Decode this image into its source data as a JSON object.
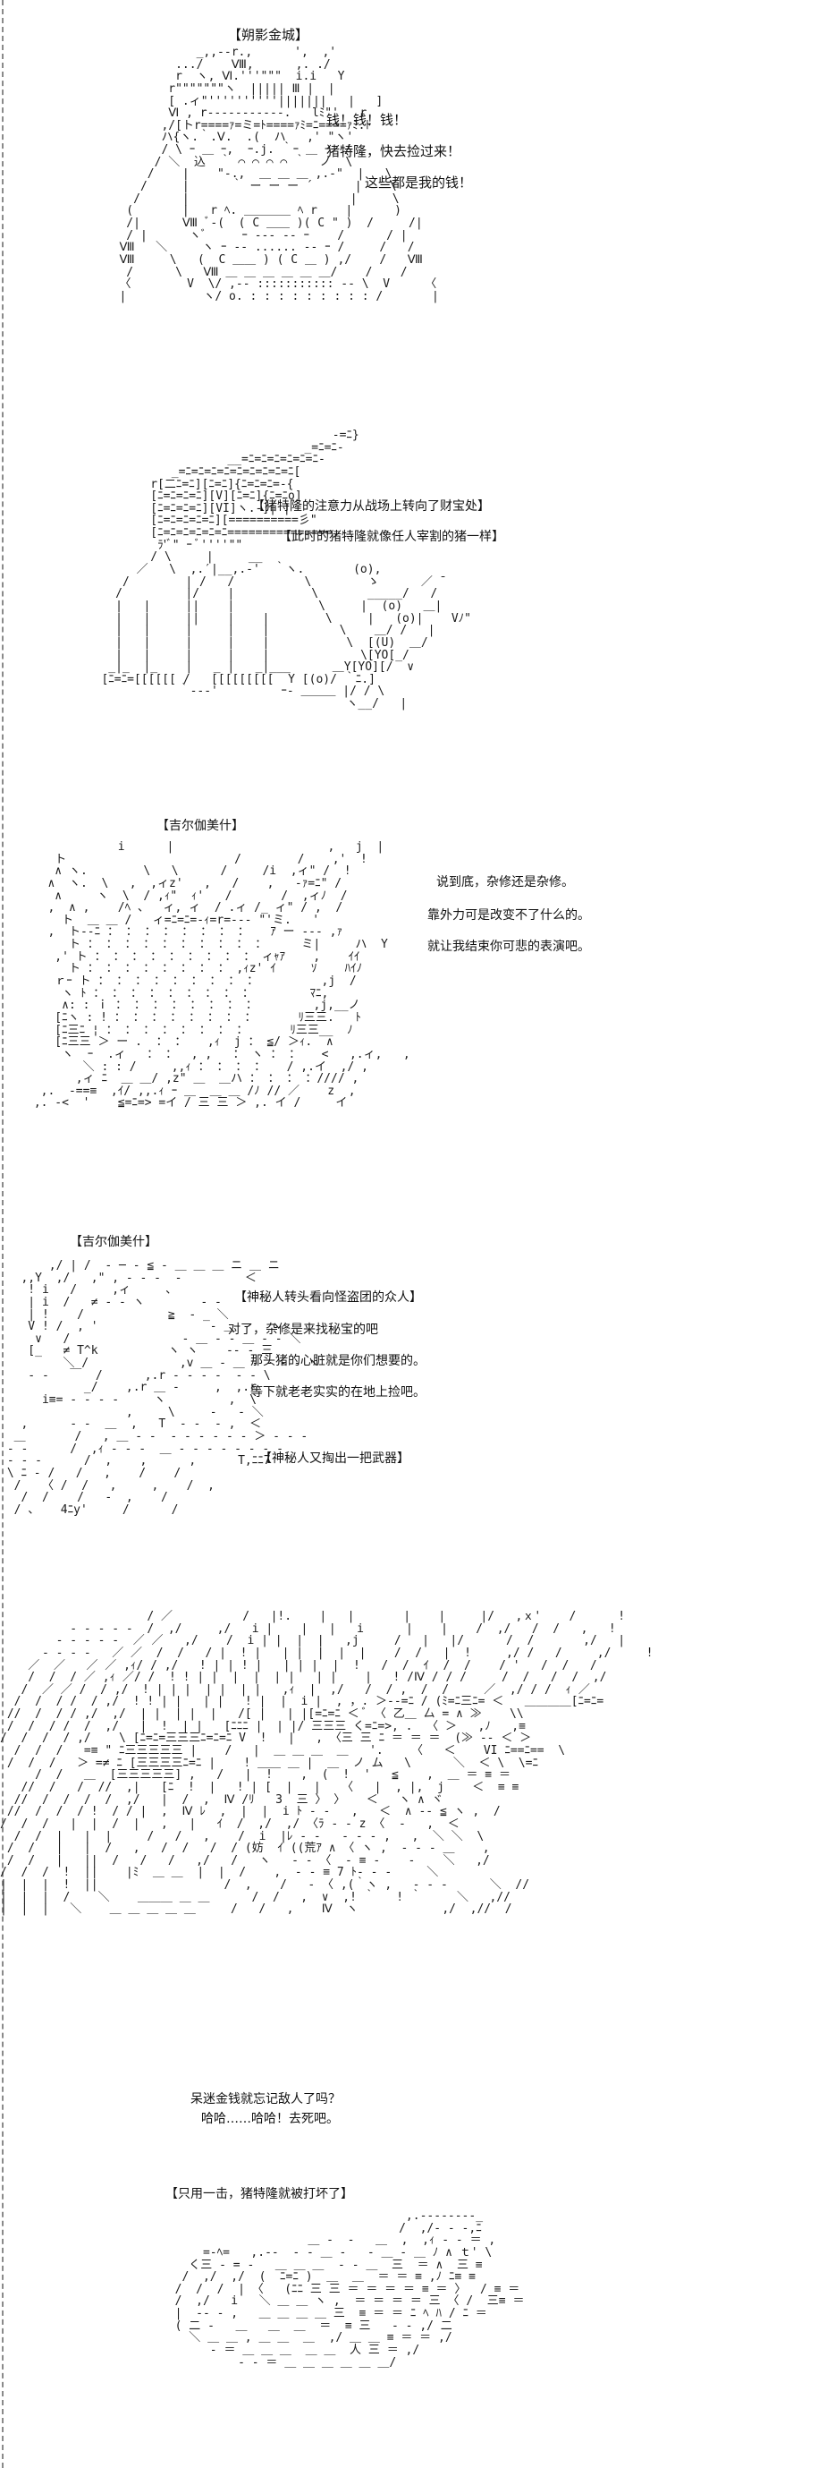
{
  "panels": [
    {
      "captions": [
        "【朔影金城】",
        "钱！钱！钱！",
        "猪特隆，快去捡过来！",
        "这些都是我的钱！"
      ],
      "art": "              _,,--r.,      ',  ,'\n           .../    Ⅷ,      ,. ./\n           r  ヽ, Ⅵ.'''\"\"\"  i.i   Y\n          r\"\"\"\"\"\"\"ヽ  ||||| Ⅲ |  |\n          [ .ィ\"''''''''''|||||||   |   ]\n          Ⅵ , r-----------.   lﾐ\"'   r\n         ,/[トr====ｧ=ミ=ﾄ====ｧﾐ=ﾆ====ｧﾐ.ﾄ\n         ハ{ヽ.｀.Ⅴ.  .(  ハ   ,' \"ヽ'\n         / \\ ｰ ＿ ｰ,  ｰ.j. ｀ｰ ＿ ｰ  /\n        / ＼  込  ｀ ⌒ ⌒ ⌒ ⌒ ｀  ノ  \\\n       /    |    \"-.,  ＿ ＿ ＿ ,.-\"  |   \\\n      /     |      ｀ ー ー ー ´      |    \\\n     /      |                       |     \\\n    (       |   r ﾍ. ＿＿＿＿ ﾍ r    |      )\n    /|      Ⅷ ﾞ-(  ( C ＿＿ )( C \" )  /     /|\n    / |      ヽﾞ     ｰ -‐- ‐‐ ｰ    /      / |\n   Ⅷ   ＼     ヽ ｰ -- ...... -- ｰ /     /   /\n   Ⅷ     \\   (  C ＿＿ ) ( C ＿ ) ,/    /   Ⅷ\n    /      \\   Ⅷ ＿ ＿ ＿ ＿ ＿ ＿/    /    /\n   〈        V  \\/ ,-- ::::::::::: -- \\  V     〈\n   |           ヽ/ o. : : : : : : : : : /       |"
    },
    {
      "captions": [
        "【猪特隆的注意力从战场上转向了财宝处】",
        "【此时的猪特隆就像任人宰割的猪一样】"
      ],
      "art": "                                    -=ﾆ}\n                                _=ﾆ=ﾆ-\n                     __=ﾆ=ﾆ=ﾆ=ﾆ=ﾆ=ﾆ-\n             _=ﾆ=ﾆ=ﾆ=ﾆ=ﾆ=ﾆ=ﾆ=ﾆ=ﾆ[\n          r[二ﾆ=ﾆ][ﾆ=ﾆ]{ﾆ=ﾆ=ﾆ=-{\n          [ﾆ=ﾆ=ﾆ=ﾆ][V][ﾆ=ﾆ]{ﾆ=ﾆo]\n          [ﾆ=ﾆ=ﾆ=ﾆ][VI]ヽ.-]| |\n          [ﾆ=ﾆ=ﾆ=ﾆ=ﾆ][==========彡\"\n          [ﾆ=ﾆ=ﾆ=ﾆ=ﾆ=ﾆ===============.\n           ﾗ'ﾞ\" ｰ ﾞ''''\"\"\n          / \\     |     __\n        ／   \\  ,.′|__,.-'  ｀ヽ.       (o),\n      /        | /   /          \\        ゝ      ／ ̄\n     /         |/    |           \\       _____/   /\n     |   |     ||    |            \\     |  (o)   ＿|\n     |   |     ||    |    |        \\     |   (o)|    Vﾉ\"\n     |   |     |     |    |          \\    ＿/ /   |\n     |   |     |     |    |           \\  [(U)  ＿/\n     |   |     |     |    |             \\[YO[_/\n    _|_  |_    |   _ |   _|___      ＿Y[YO][/  ∨\n   [ﾆ=ﾆ=[[[[[[ /   [[[[[[[[[  Y [(o)/ ｀ﾆ.]\n              ｀-‐‐'         ｰ- ＿＿＿ |/ / \\\n                                      ヽ__/   |"
    },
    {
      "captions": [
        "【吉尔伽美什】",
        "说到底，杂修还是杂修。",
        "靠外力可是改变不了什么的。",
        "就让我结束你可悲的表演吧。"
      ],
      "art": "             i      |                      ,   j  |\n    ト                        /        /    ,'  !\n    ∧ ヽ.        \\   \\      /     /i  ,ィ\" /  !\n   ∧  ヽ.  \\   ,  ,ィz'   ,   /    ,   -ｧ=ﾆ\" /\n    ∧     ヽ  \\  / ,ｨ\"  ｨ'   /       /  ,ィﾉ  /\n   ,  ∧ ,    /ﾍ 、  ィ, ィ  / .ィ /_ ィ\" / ,  /\n     ト  ＿ ＿ /   ィ=ﾆ=ﾆ=-ｨ=r=‐‐- \"'ミ.   '\n   ,  ト‐-ﾆ ： ： ： ： ： ： ： ：   ｱ ー --- ,ｧ\n      ト ： ： ： ： ： ： ： ： ： ：     ミ|     ハ  Y\n    ,' ト ： ： ： ： ： ： ： ： ： ィｬｱ    ,    ｲｲ\n      ト ： ： ： ： ： ： ： ： ,ｨz' ｲ     ｿ    ﾊｲﾉ\n    ｒｰ ト ： ： ： ： ： ： ： ： ：         ,j  /\n     ヽ ﾄ ： ： ： ： ： ： ： ： ：        ﾏﾆ,\n     ∧: : ｉ ： ： ： ： ： ： ： ：        ,j,__ノ\n    [ﾆヽ : ! ： ： ： ： ： ： ： ：      ﾘ三三.   ﾄ\n    [ﾆ三ﾆ ¦ ： ： ： ： ： ： ： ：      ﾘ三三__  ﾉ\n    [ﾆ三三 ＞ ー .  ： ：   ,ｨ  j ： ≦/ ＞ｨ.  ∧\n     ヽ  ｰ  .ィ   ： ：  , ,   ： ヽ ： ：   <   ,.ィ,   ,\n        ＼ : : /     ,,ｨ ： ： ： ：   / ,.イ  ,/ ,\n       ,ィ ﾆ  ＿ ＿/ ,z\" ＿  ＿ハ ： ： ： ：//// ,\n  ,.  -==≡  ,ｲ/ ,,.ｨ ｰ ＿  ＿ ＿ /ﾉ // ／    z  ,\n ,. -<  '    ≦=ﾆ=> =イ / 三 三 ＞ ,. イ /     イ"
    },
    {
      "captions": [
        "【吉尔伽美什】",
        "【神秘人转头看向怪盗团的众人】",
        "对了，杂修是来找秘宝的吧",
        "那头猪的心脏就是你们想要的。",
        "等下就老老实实的在地上捡吧。",
        "【神秘人又掏出一把武器】"
      ],
      "art": "       ,/ | /  ‐ ─ ‐ ≦ ‐ ＿ ＿ ＿ ニ ＿ ニ\n   ,,Y  ,/   ,\" , ‐ ‐ ‐  ‐         ＜\n    ! i   /     ,ィ     、\n    | i  /   ≠ ‐ ‐ ヽ        ‐ ‐\n    | !    /            ≧  ‐ _ ＼\n    V ! /  , '                ‐ ＿ -   ヽ\n     ∨   /                ‐ ＿ - ‐ ＿ ‐ ‐ ＼\n    [_   ≠ T^k          ヽ ヽ    ‐‐ ‐ 三\n         ＼ /             ,v ＿ ‐ ＿ ‐ ‐ ‐ ‐ ヽ\n    ‐ ‐   ￣  /      ,.r ‐ ‐ ‐ ‐  ‐ ‐ \\\n            _/    ,.r ＿ ‐     ,  ,.r\n      i≡= ‐ ‐ ‐ ‐     ヽ         ,  \\\n                  ,     \\     ‐   ‐ ＼\n   ,      ‐ ‐  ＿  ,   T  ‐ ‐  ‐ ,  ＜\n  ＿       /   , ＿ ‐ ‐  ‐ ‐ ‐ ‐ ‐ ‐ ＞ ‐ ‐ ‐\n ‐ ‐      /  ,ｨ ‐ ‐ ‐  ＿ ‐ ‐ ‐ ‐ ‐ ‐ ‐ ‐\n ‐ ‐ ‐      /  ,    ,      ,      T,ﾆﾆ7\n \\ ﾆ ‐ /   /   ,    /    /\n  /   〈 /  /   ,     ,    /  ,\n   /  /    /   ‐  ,    /\n  / 、   4ﾆy'     /      /"
    },
    {
      "captions": [
        "呆迷金钱就忘记敌人了吗？",
        "哈哈……哈哈！去死吧。"
      ],
      "art": "                     / ／          /   |!.    |   |       |    |     |/   ,ｘ'    /      !\n          ‐ ‐ ‐ ‐ ‐  /  ,/     ,/   i |    |   |   i      |    |    /  ,/   /  /   ,   !\n        ‐ ‐ ‐ ‐ ‐  ／ ／   ,/    /  i | |  |  |   ,j     /   |   |/      /  /       ,/   |\n      ‐ ‐ ‐ ‐   ／ ／  /  /   / |  ! |   | |  |  |  |    /  /   |  !     ,/ /   /     ,/     !\n    ／  ／   ／ ／ ,ｨ/ / ,/   ! | | ! |   | | |  |  !   /  /  ｲ  /  /    / '   /  /   / \n    /  /  / ／ ,ｨ ／/ /  ! ! | |  |  |  | |   | |    |   ! /Ⅳ / / /     /  /   /  /  ,/   \n   /  ／ ／ /  / ,/  ! | | |  | |  | |   ,ｨ  |  ,/   /  / ,  /  /     ／  ,/ / /  ｨ ／ \n  /  /  / /  / ,/  ! ! | |   | |   ! |  |  i |  , ，. ＞-‐=ﾆ / (ﾐ=ﾆ三ﾆ= ＜   ＿＿＿＿[ﾆ=ﾆ=\n //  /  / / ,/  ,/  | |  | |  |   /[ |   | |[=ﾆ=ﾆ ＜ ﾞ 〈 乙＿ 厶 = ∧ ≫    \\\\ \n /  /  / /  /  ,/   |  !  | |   [ﾆﾆﾆ |  | |/ 三三三 く=ﾆ=>, .  〈 ＞   ,ﾉ   ,≡ \n/  /  /  / ,/    \\ [ﾆ=ﾆ=三三三ﾆ=ﾆ=ﾆ V  !   |   , 〈三 三 ﾆ ＝ ＝ ＝  (≫ -- ＜ ＞\n  /  /  /   =≡ \" ﾆ三三三三三 |    /   |  ＿ ＿ ＿  ＿   '.    〈   ＜    VI ﾆ==ﾆ==  \\\n /  /  /   ＞ =≠ ﾆ [三三三三ﾆ=ﾆ |    ! ＿＿ ＿ |  ＿  ノ ム   \\      ＼  ＜ \\  \\=ﾆ\n     /  /   ＿  [三三三三三] ,   /   |  !    ,  (  !  '   ≦    ,  ＿ ＝ ≡ ＝\n   //  /   /  //  ,|   [ﾆ  !  |   ! | [  |   |   〈   |  , |,  j    ＜  ≡ ≡\n  //  /  /  /  /  ,/   |  /  ,  Ⅳ /ﾘ   3  三 〉 〉   ＜   ヽ ∧ ヾ\n //  /  /  / !  / / |  ,  Ⅳ ﾚ  ,  |  |  i ﾄ ‐ ‐   ,   ＜  ∧ ‐‐ ≦ ヽ ,  /\n/  /  /   |  |  /  |   ,   |   ｲ  /  ,/  ,/ 〈ﾗ ‐ ‐ z 〈  ‐   ,  ＜\n  /  /  |   |  |     /   /   ,    /  i  |ﾚ ‐ ‐   ‐ ‐ ‐ ,   ,  ＼ ＼  \\\n /  /   |   |  /   ,   /  /   /  / (妨  ｲ ((荒ｱ ∧ 〈 ヽ ,  ‐ ‐ ‐ ＿    ,\n /  /   |   ||  /   /   /   ,/   /   ヽ   ‐ ‐ 〈  ‐ ≡ ‐    ‐    ＼   ,/\n/  /  /  !  ||    |ﾐ  ＿ ＿  |  |  /    ,  ‐ ‐ ≡ 7 ﾄ‐ ‐ ‐     ＼\n|  |  |  !  ||                  /  ,    /   ‐ 〈 ,(｀ヽ ,   ‐ ‐ ‐      ＼  //\n|  |  |  /    ＼    ＿＿＿ ＿ ＿      /  /   ,  ∨  ,! ｀   ! ｀     ＼   ,//\n|  |  |   ＼    ＿ ＿ ＿ ＿ ＿     /   /   ,    Ⅳ  ヽ            ,/  ,//  /"
    },
    {
      "captions": [
        "【只用一击，猪特隆就被打坏了】"
      ],
      "art": "                                   ,.--------_\n                                  /  ,/‐ - -,ﾆ\n                     ＿ -  ‐   ＿  ,  ,ｨ ‐ ‐ ＝ ,\n      =-ﾍ=   ,.-‐  - ‐ ＿ ‐   ‐ ＿ ‐ ＿ ﾉ ∧ ｔ' \\\n    く三 ‐ = ‐   ＿ ＿ ＿  ‐ ‐ ＿  三  ＝ ∧  三 ≡\n   /  ,/  ,/  (  ﾆ=ﾆ )  ＿  ＿  ＝ ＝ ≡ ,ﾉ ﾆ≡ ≡\n  /  /  /  | 〈   (ﾆﾆ 三 三 ＝ ＝ ＝ ＝ ≡ ＝ 〉  / ≡ ＝\n  /  ,/   i   ＼ ＿ ＿ ヽ ,  ＝ ＝ ＝ ＝ 三 〈 /  三≡ ＝\n  |  ‐‐ ‐ ,   ＿ ＿ ＿ ＿ 三  ≡ ＝ ＝ ﾆ ﾍ ﾊ / ﾆ ＝\n  ( 二 ‐   ＿   ＿  ＿  ＝  ≡ 三   ‐ ‐ ,/ 二 \n    ＼ ＿ ＿ , ＿ ＿  ＿  ,/ ＿ ＿ ≡ ＝ ＝ ,/\n       ‐ ＝ ＿ ＿ ＿  ＿ ＿  人 三 ＝ ,/\n           ‐ ‐ ＝ ＿ ＿ ＿ ＿ ＿ ＿/"
    }
  ]
}
